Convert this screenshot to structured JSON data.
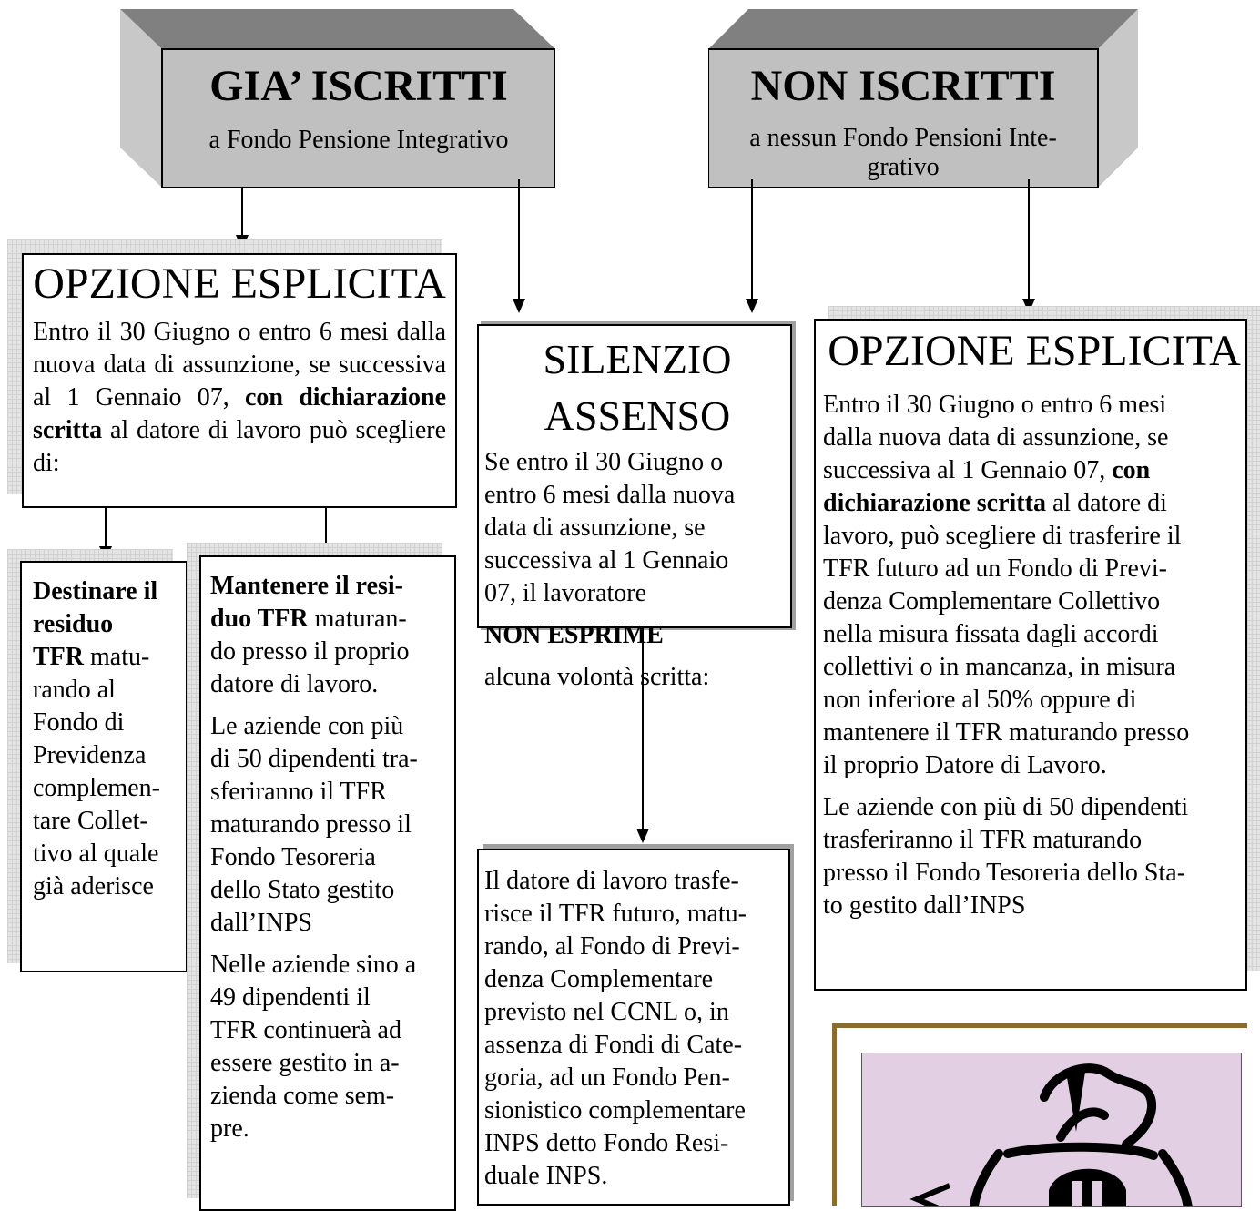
{
  "header_left": {
    "title": "GIA’ ISCRITTI",
    "subtitle": "a Fondo Pensione Integrativo"
  },
  "header_right": {
    "title": "NON ISCRITTI",
    "subtitle_line1": "a nessun Fondo Pensioni Inte-",
    "subtitle_line2": "grativo"
  },
  "opzione_left": {
    "title": "OPZIONE ESPLICITA",
    "text_pre": "Entro il 30 Giugno o entro 6 mesi dalla nuova data di assunzione, se successiva al 1 Gennaio 07, ",
    "text_bold": "con dichiarazione scritta",
    "text_post": " al datore di lavoro può scegliere di:"
  },
  "destinare": {
    "bold_l1": "Destinare il",
    "bold_l2": "residuo",
    "bold_l3": "TFR",
    "l3_rest": " matu-",
    "l4": "rando al",
    "l5": "Fondo di",
    "l6": "Previdenza",
    "l7": "complemen-",
    "l8": "tare  Collet-",
    "l9": "tivo al quale",
    "l10": "già aderisce"
  },
  "mantenere": {
    "bold_l1": "Mantenere il resi-",
    "bold_l2": "duo TFR",
    "l2_rest": " maturan-",
    "l3": "do presso il proprio",
    "l4": "datore di lavoro.",
    "p2_l1": "Le aziende con più",
    "p2_l2": "di 50 dipendenti tra-",
    "p2_l3": "sferiranno il TFR",
    "p2_l4": "maturando presso il",
    "p2_l5": "Fondo Tesoreria",
    "p2_l6": "dello Stato gestito",
    "p2_l7": "dall’INPS",
    "p3_l1": "Nelle aziende sino a",
    "p3_l2": "49 dipendenti il",
    "p3_l3": "TFR continuerà ad",
    "p3_l4": "essere gestito in a-",
    "p3_l5": "zienda come sem-",
    "p3_l6": "pre."
  },
  "silenzio": {
    "title_l1": "SILENZIO",
    "title_l2": "ASSENSO",
    "l1": "Se entro il 30 Giugno o",
    "l2": "entro 6 mesi dalla nuova",
    "l3": "data di assunzione, se",
    "l4": "successiva al 1 Gennaio",
    "l5": "07, il lavoratore",
    "bold": "NON ESPRIME",
    "tail": "alcuna volontà scritta:"
  },
  "datore": {
    "l1": "Il datore di lavoro trasfe-",
    "l2": "risce il TFR futuro, matu-",
    "l3": "rando,  al Fondo di Previ-",
    "l4": "denza Complementare",
    "l5": "previsto nel CCNL o, in",
    "l6": "assenza di Fondi di Cate-",
    "l7": "goria, ad un Fondo Pen-",
    "l8": "sionistico complementare",
    "l9": "INPS detto Fondo Resi-",
    "l10": "duale INPS."
  },
  "opzione_right": {
    "title": "OPZIONE ESPLICITA",
    "l1": "Entro il 30 Giugno o entro 6 mesi",
    "l2": "dalla nuova data di assunzione, se",
    "l3_pre": "successiva al 1 Gennaio 07, ",
    "l3_bold": "con",
    "l4_bold": "dichiarazione scritta",
    "l4_post": " al datore di",
    "l5": "lavoro, può scegliere di trasferire il",
    "l6": "TFR futuro ad un Fondo di Previ-",
    "l7": "denza Complementare Collettivo",
    "l8": "nella misura fissata dagli accordi",
    "l9": "collettivi o in mancanza, in misura",
    "l10": "non inferiore al 50%  oppure di",
    "l11": "mantenere il TFR maturando presso",
    "l12": "il proprio Datore di Lavoro.",
    "p2_l1": "Le aziende con più di 50 dipendenti",
    "p2_l2": "trasferiranno il TFR maturando",
    "p2_l3": "presso il Fondo Tesoreria dello Sta-",
    "p2_l4": "to gestito dall’INPS"
  },
  "clipart": {
    "icon": "money-bag-icon",
    "bg_color": "#e3cfe4",
    "frame_color": "#8b6b2e"
  }
}
